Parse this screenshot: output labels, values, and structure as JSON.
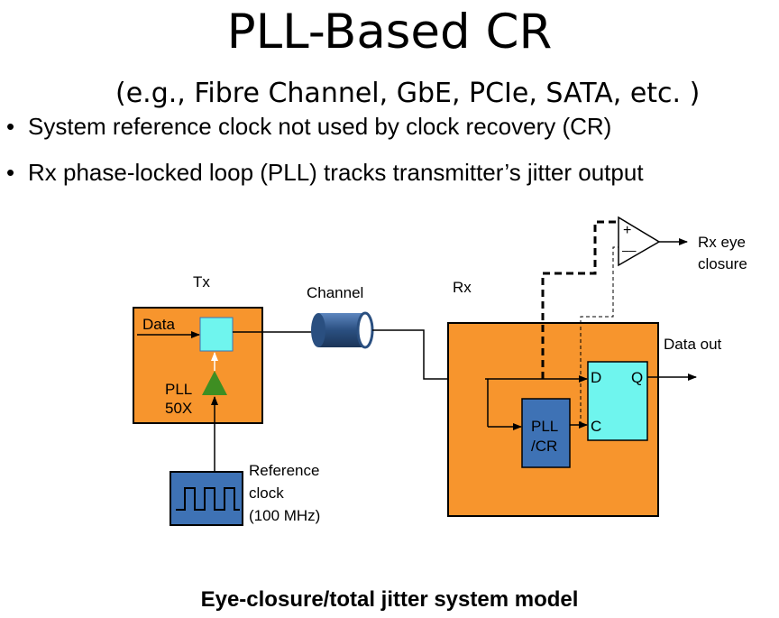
{
  "title": "PLL-Based CR",
  "subtitle": "(e.g., Fibre Channel, GbE, PCIe, SATA, etc. )",
  "bullets": [
    "System reference clock not used by clock recovery (CR)",
    "Rx phase-locked loop (PLL) tracks transmitter’s jitter output"
  ],
  "diagram": {
    "tx_label": "Tx",
    "data_label": "Data",
    "pll_label_1": "PLL",
    "pll_label_2": "50X",
    "channel_label": "Channel",
    "rx_label": "Rx",
    "refclk_1": "Reference",
    "refclk_2": "clock",
    "refclk_3": "(100 MHz)",
    "pllcr_1": "PLL",
    "pllcr_2": "/CR",
    "ff_d": "D",
    "ff_q": "Q",
    "ff_c": "C",
    "data_out": "Data out",
    "comp_plus": "+",
    "comp_minus": "––",
    "eye_1": "Rx eye",
    "eye_2": "closure"
  },
  "caption": "Eye-closure/total jitter system model",
  "colors": {
    "orange": "#F7952D",
    "cyan": "#6FF5EE",
    "blue": "#3E72B5",
    "channel_blue": "#2A4F80",
    "green": "#3E8E22"
  }
}
